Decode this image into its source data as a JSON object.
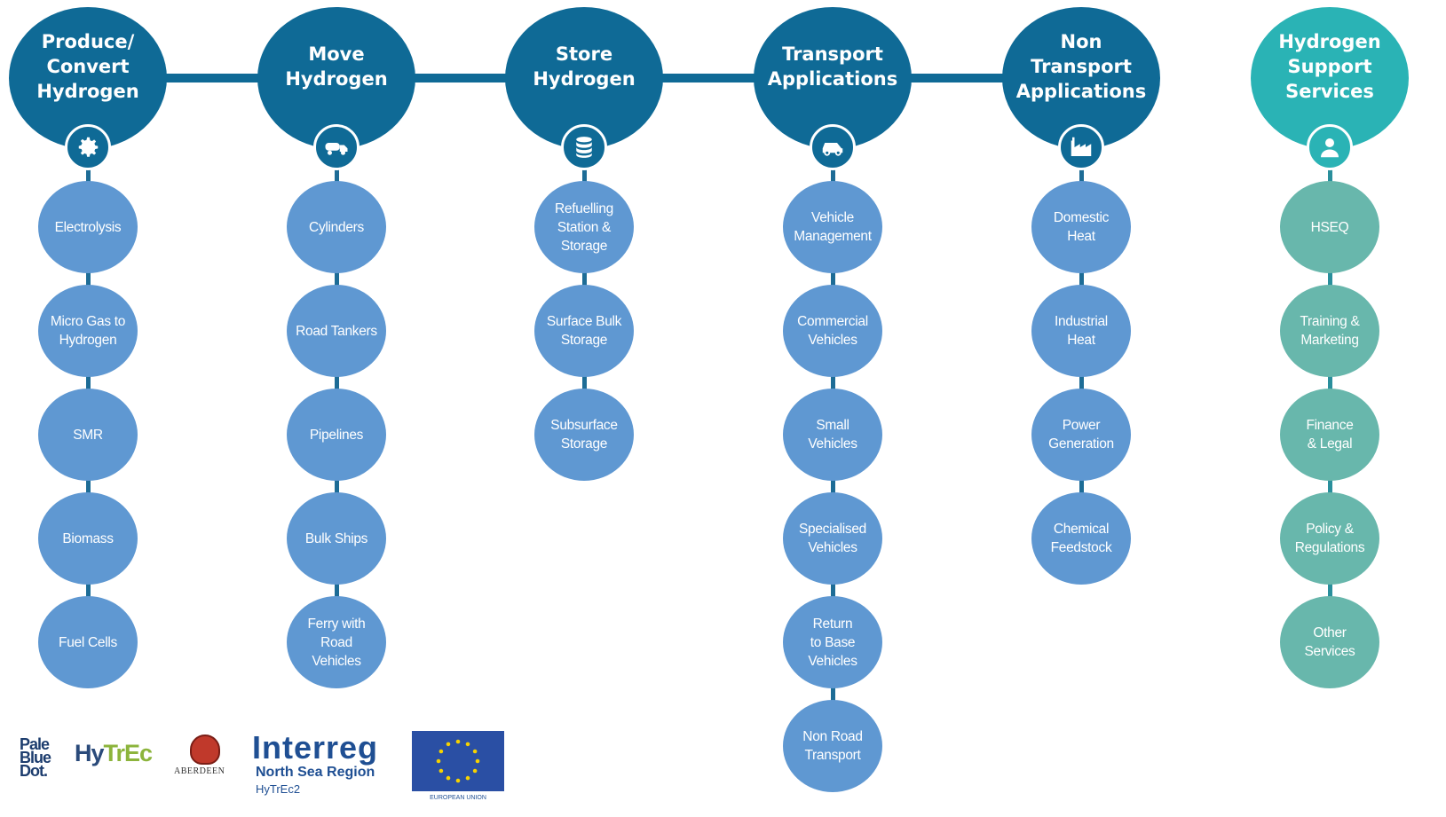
{
  "diagram": {
    "columns": [
      {
        "title": "Produce/\nConvert\nHydrogen",
        "icon": "gear-icon",
        "kind": "main",
        "items": [
          "Electrolysis",
          "Micro Gas to\nHydrogen",
          "SMR",
          "Biomass",
          "Fuel Cells"
        ]
      },
      {
        "title": "Move\nHydrogen",
        "icon": "truck-icon",
        "kind": "main",
        "items": [
          "Cylinders",
          "Road Tankers",
          "Pipelines",
          "Bulk Ships",
          "Ferry with\nRoad\nVehicles"
        ]
      },
      {
        "title": "Store\nHydrogen",
        "icon": "database-icon",
        "kind": "main",
        "items": [
          "Refuelling\nStation &\nStorage",
          "Surface Bulk\nStorage",
          "Subsurface\nStorage"
        ]
      },
      {
        "title": "Transport\nApplications",
        "icon": "car-icon",
        "kind": "main",
        "items": [
          "Vehicle\nManagement",
          "Commercial\nVehicles",
          "Small\nVehicles",
          "Specialised\nVehicles",
          "Return\nto Base\nVehicles",
          "Non Road\nTransport"
        ]
      },
      {
        "title": "Non\nTransport\nApplications",
        "icon": "factory-icon",
        "kind": "main",
        "items": [
          "Domestic\nHeat",
          "Industrial\nHeat",
          "Power\nGeneration",
          "Chemical\nFeedstock"
        ]
      },
      {
        "title": "Hydrogen\nSupport\nServices",
        "icon": "person-icon",
        "kind": "support",
        "items": [
          "HSEQ",
          "Training &\nMarketing",
          "Finance\n& Legal",
          "Policy &\nRegulations",
          "Other\nServices"
        ]
      }
    ],
    "colors": {
      "main_head": "#0f6a96",
      "support_head": "#2ab3b5",
      "main_node": "#5f98d2",
      "support_node": "#68b7ac"
    }
  },
  "logos": {
    "pale_blue_dot": "Pale\nBlue\nDot.",
    "hytrec_a": "Hy",
    "hytrec_b": "TrEc",
    "aberdeen": "ABERDEEN",
    "interreg": "Interreg",
    "north_sea_region": "North Sea Region",
    "hytrec2": "HyTrEc2",
    "eu_label": "EUROPEAN UNION"
  }
}
